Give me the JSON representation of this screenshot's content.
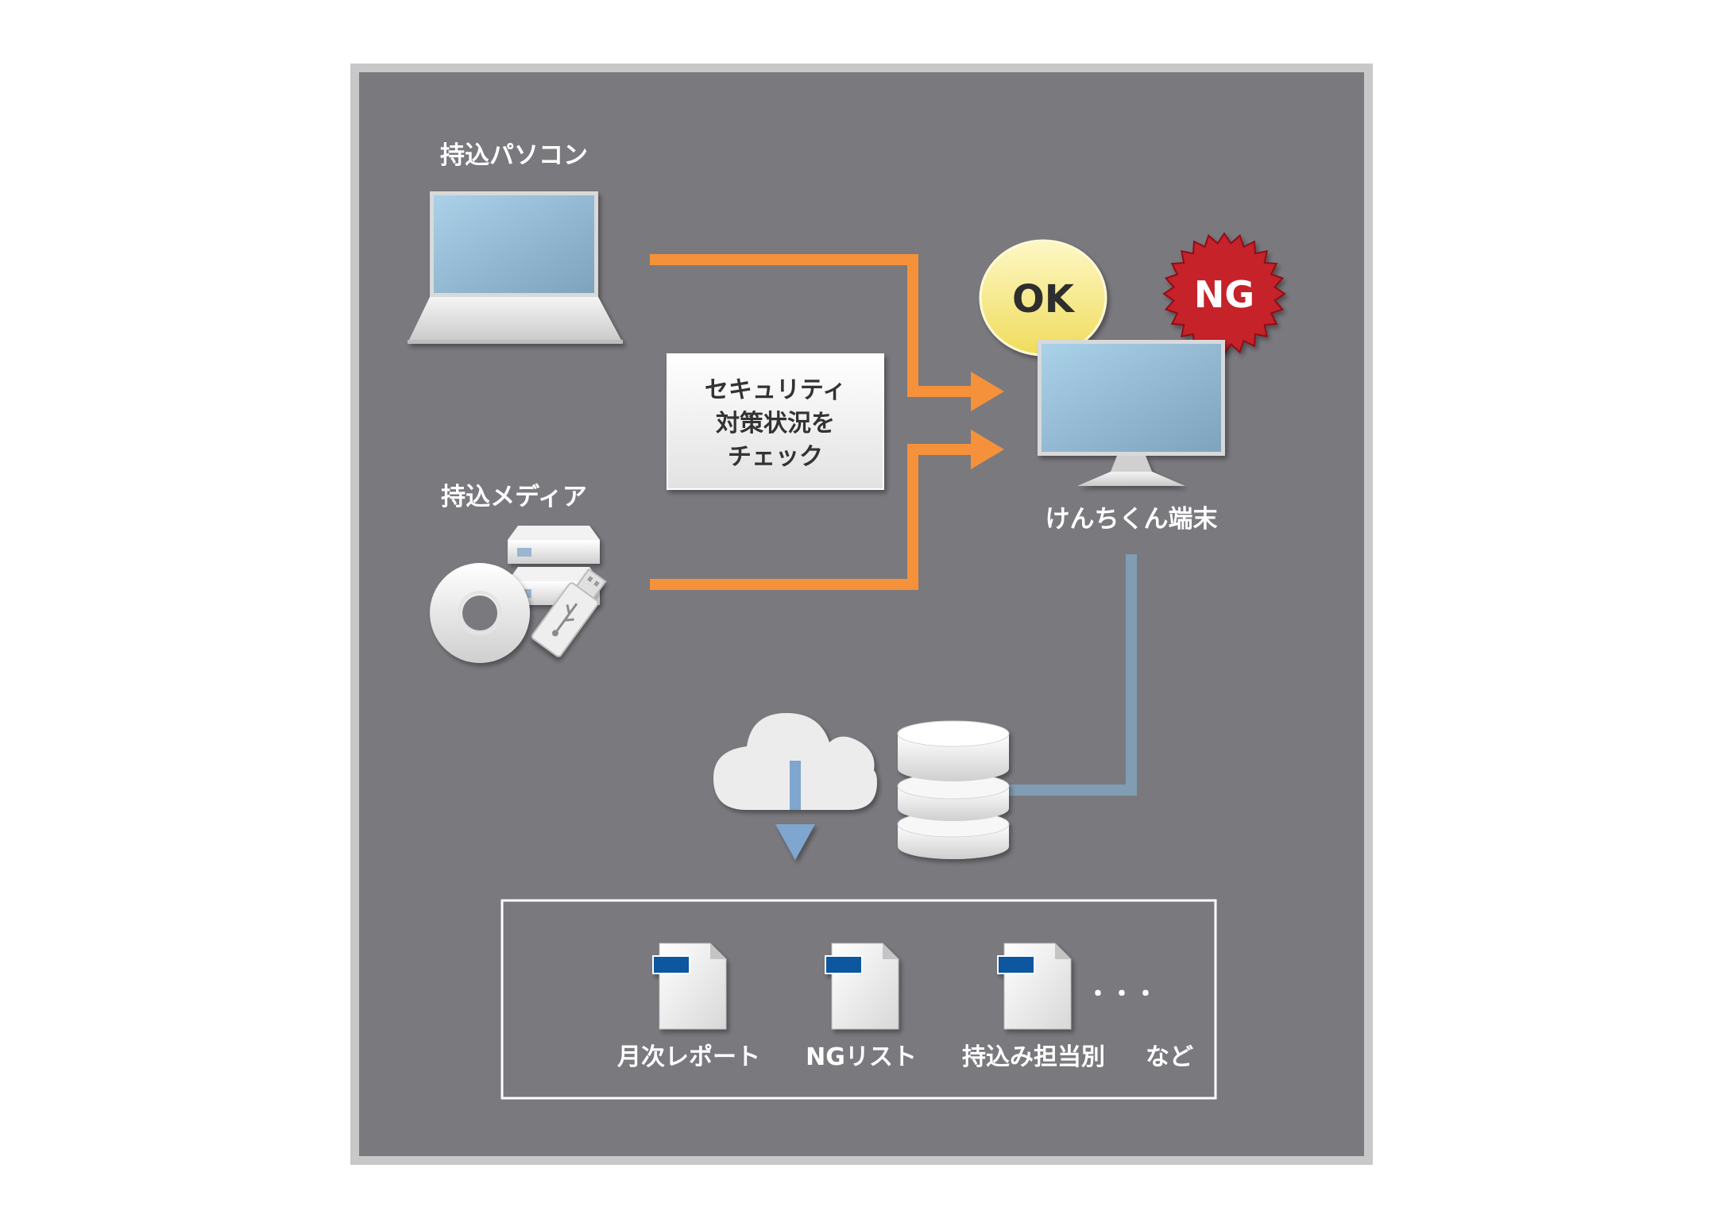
{
  "sources": {
    "laptop_label": "持込パソコン",
    "media_label": "持込メディア"
  },
  "check_box": {
    "line1": "セキュリティ",
    "line2": "対策状況を",
    "line3": "チェック"
  },
  "badges": {
    "ok": "OK",
    "ng": "NG"
  },
  "terminal_label": "けんちくん端末",
  "reports": {
    "items": [
      "月次レポート",
      "NGリスト",
      "持込み担当別"
    ],
    "ellipsis": "・・・",
    "suffix": "など"
  },
  "colors": {
    "panel": "#7a797e",
    "arrow_orange": "#f5913a",
    "connector_blue": "#819db3",
    "badge_ok": "#f6ea8a",
    "badge_ng": "#c5202b",
    "doc_tab": "#0f57a0"
  }
}
